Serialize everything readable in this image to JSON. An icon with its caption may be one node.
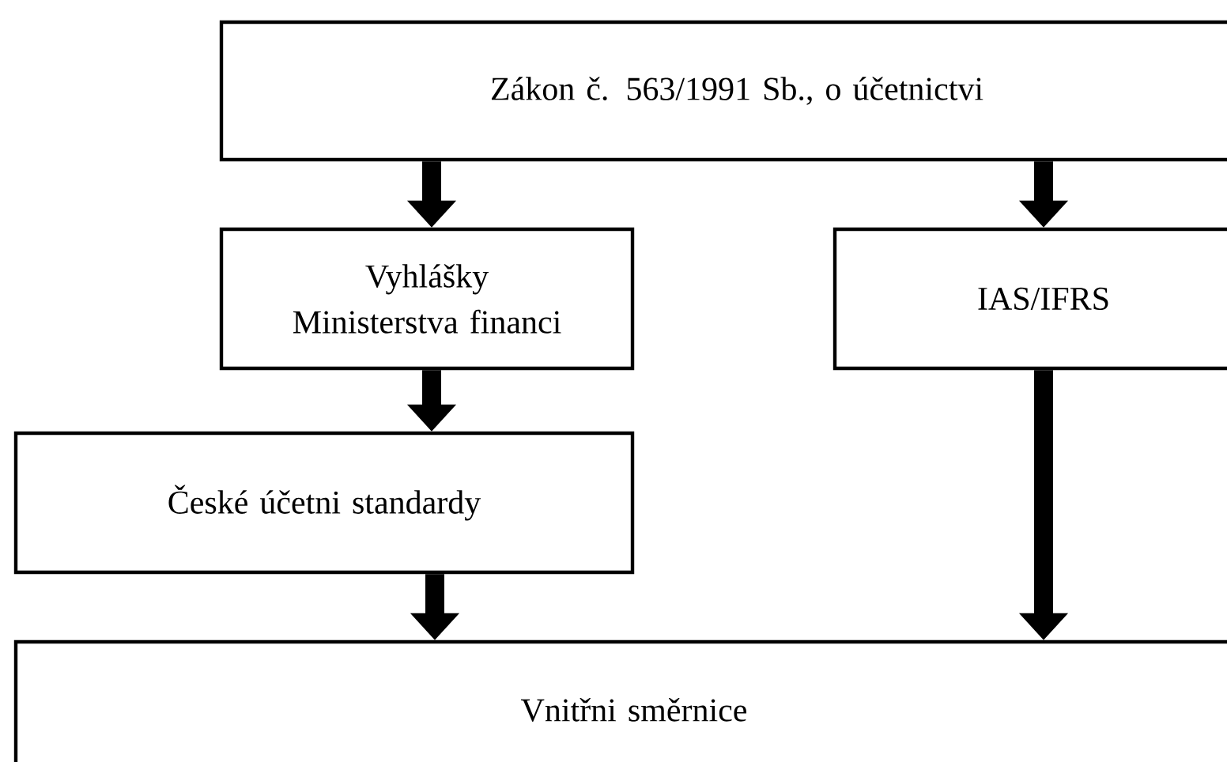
{
  "diagram": {
    "nodes": [
      {
        "text": [
          "Zákon č. 563/1991 Sb., o účetnictvi"
        ]
      },
      {
        "text": [
          "Vyhlášky Ministerstva financi"
        ]
      },
      {
        "text": [
          "IAS/IFRS"
        ]
      },
      {
        "text": [
          "České účetni standardy"
        ]
      },
      {
        "text": [
          "Vnitřni směrnice"
        ]
      }
    ],
    "edges": [
      {
        "from": 0,
        "to": 1,
        "arrow": "to"
      },
      {
        "from": 0,
        "to": 2,
        "arrow": "to"
      },
      {
        "from": 1,
        "to": 3,
        "arrow": "to"
      },
      {
        "from": 3,
        "to": 4,
        "arrow": "to"
      },
      {
        "from": 2,
        "to": 4,
        "arrow": "to"
      }
    ]
  }
}
